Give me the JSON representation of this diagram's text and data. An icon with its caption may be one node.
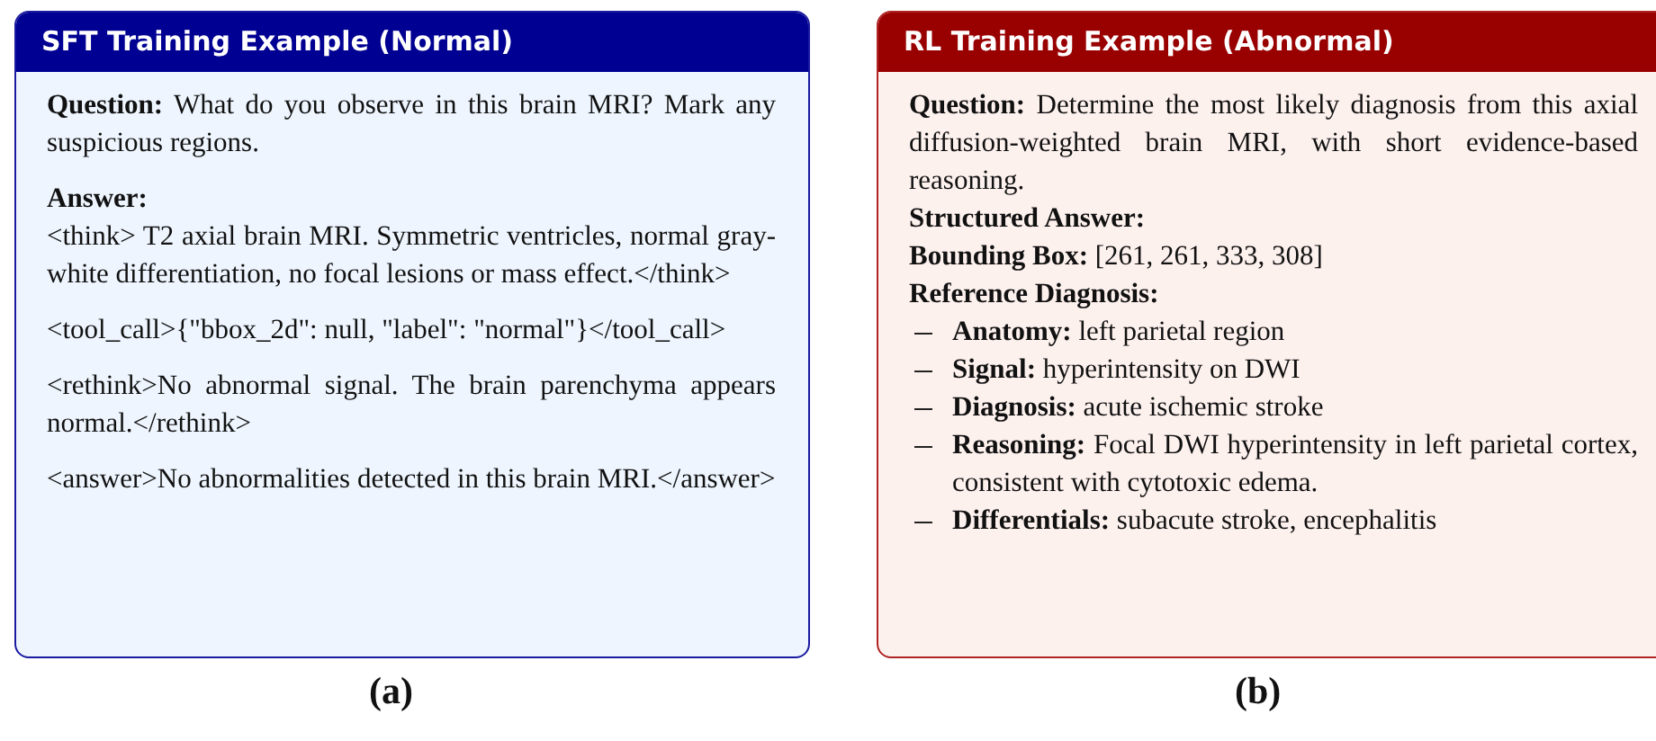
{
  "diagram": {
    "nodes": [
      {
        "text": [
          "SFT Training Example (Normal)",
          "**Question:** What do you observe in this brain MRI? Mark any suspicious regions.",
          "Answer:",
          "<think> T2 axial brain MRI. Symmetric ventricles, normal gray-white differentiation, no focal lesions or mass effect.</think>",
          "<tool_call>{\"bbox_2d\": null, \"label\": \"normal\"}</tool_call>",
          "<rethink>No abnormal signal. The brain parenchyma appears normal.</rethink>",
          "<answer>No abnormalities detected in this brain MRI.</answer>"
        ]
      },
      {
        "text": [
          "RL Training Example (Abnormal)",
          "**Question:** Determine the most likely diagnosis from this axial diffusion-weighted brain MRI, with short evidence-based reasoning.",
          "Structured Answer:",
          "**Bounding Box:** [261, 261, 333, 308]",
          "Reference Diagnosis:",
          "**Anatomy:** left parietal region",
          "**Signal:** hyperintensity on DWI",
          "**Diagnosis:** acute ischemic stroke",
          "**Reasoning:** Focal DWI hyperintensity in left parietal cortex, consistent with cytotoxic edema.",
          "**Differentials:** subacute stroke, encephalitis"
        ]
      }
    ],
    "labels": [
      "(a)",
      "(b)"
    ]
  }
}
